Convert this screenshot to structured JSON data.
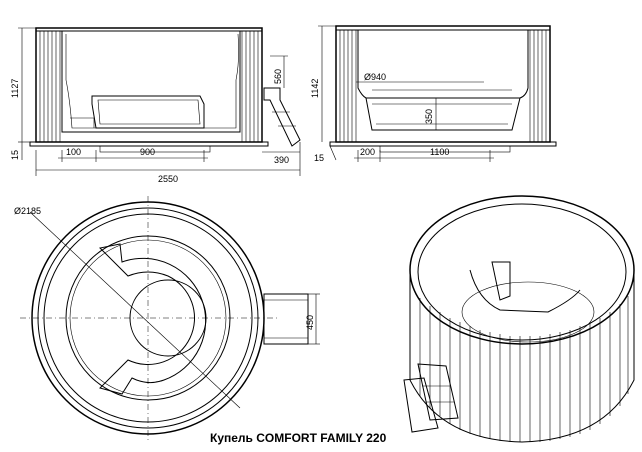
{
  "caption": "Купель  COMFORT FAMILY 220",
  "side_view_left": {
    "height_total": "1127",
    "height_base": "15",
    "dim_100": "100",
    "dim_900": "900",
    "dim_560": "560",
    "dim_390": "390",
    "dim_2550": "2550"
  },
  "side_view_right": {
    "height_total": "1142",
    "height_base": "15",
    "dim_200": "200",
    "dim_1100": "1100",
    "dia_940": "Ø940",
    "dim_350": "350"
  },
  "top_view": {
    "diameter": "Ø2185",
    "dim_450": "450"
  }
}
